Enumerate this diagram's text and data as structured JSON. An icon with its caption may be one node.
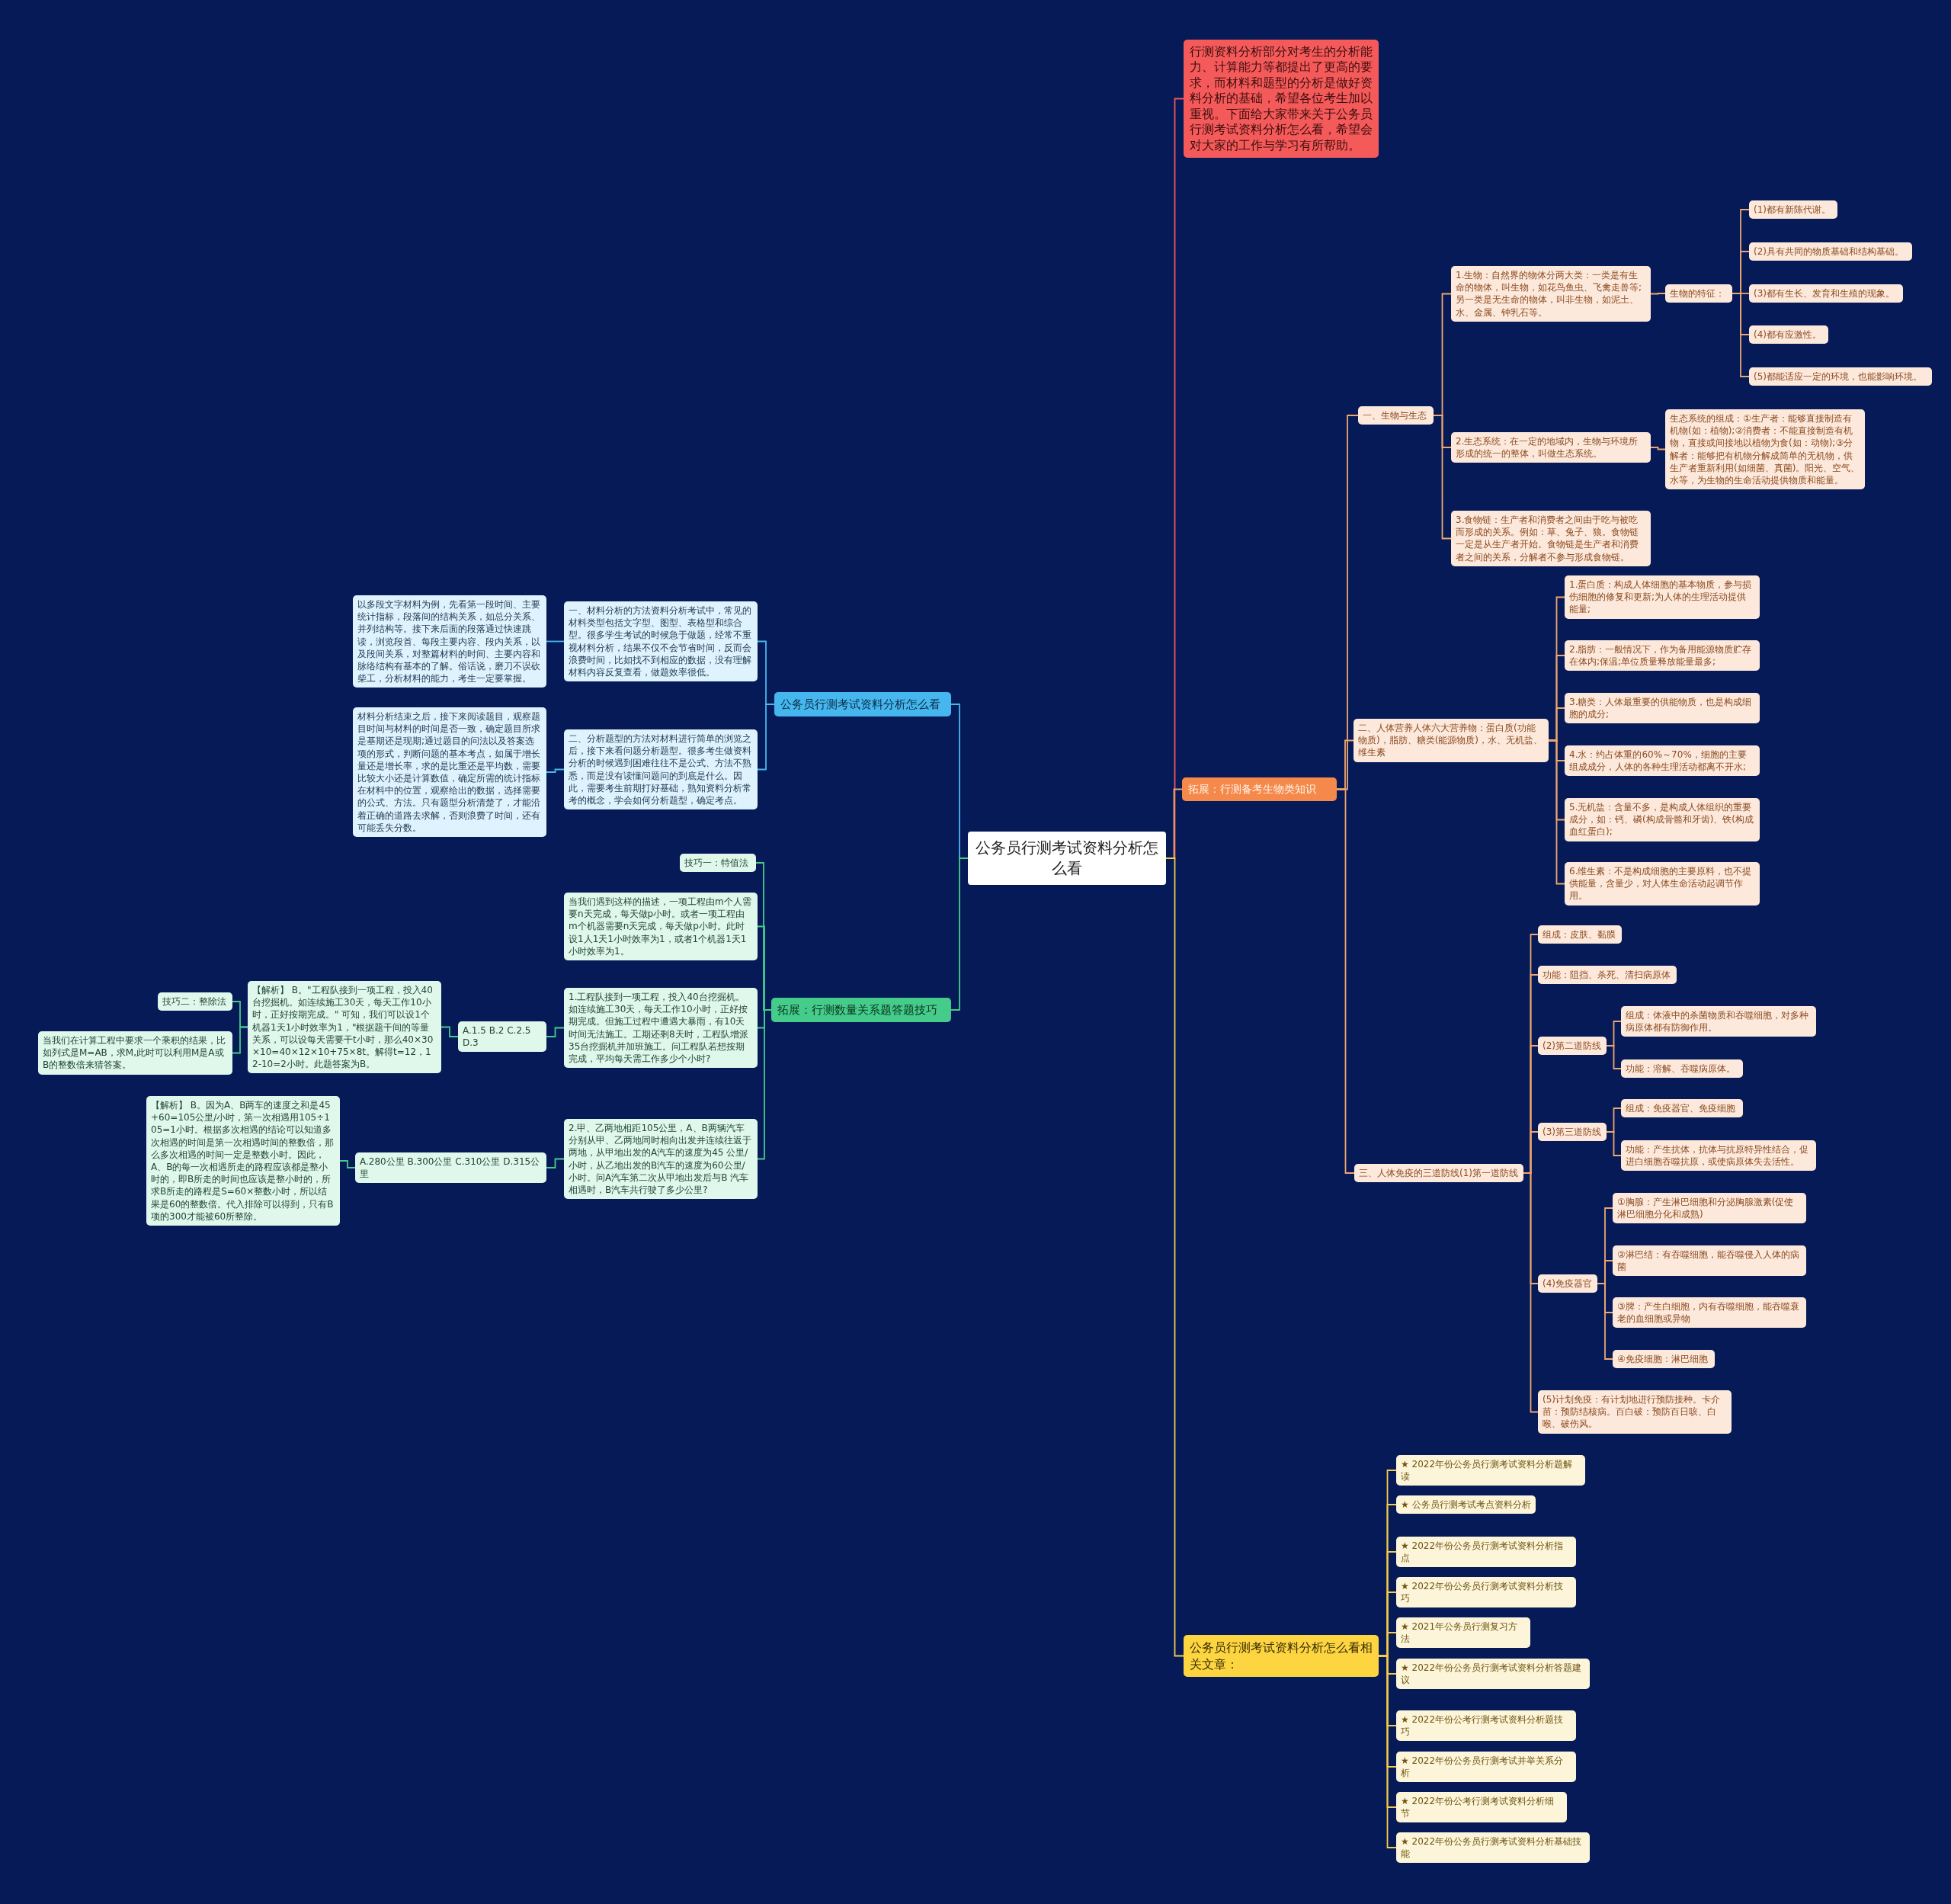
{
  "diagram": {
    "nodes": [
      {
        "text": [
          "公务员行测考试资料分析怎么看"
        ]
      },
      {
        "text": [
          "行测资料分析部分对考生的分析能力、计算能力等都提出了更高的要求，而材料和题型的分析是做好资料分析的基础，希望各位考生加以重视。下面给大家带来关于公务员行测考试资料分析怎么看，希望会对大家的工作与学习有所帮助。"
        ]
      },
      {
        "text": [
          "拓展：行测备考生物类知识"
        ]
      },
      {
        "text": [
          "一、生物与生态"
        ]
      },
      {
        "text": [
          "1.生物：自然界的物体分两大类：一类是有生命的物体，叫生物，如花鸟鱼虫、飞禽走兽等;另一类是无生命的物体，叫非生物，如泥土、水、金属、钟乳石等。"
        ]
      },
      {
        "text": [
          "生物的特征："
        ]
      },
      {
        "text": [
          "(1)都有新陈代谢。"
        ]
      },
      {
        "text": [
          "(2)具有共同的物质基础和结构基础。"
        ]
      },
      {
        "text": [
          "(3)都有生长、发育和生殖的现象。"
        ]
      },
      {
        "text": [
          "(4)都有应激性。"
        ]
      },
      {
        "text": [
          "(5)都能适应一定的环境，也能影响环境。"
        ]
      },
      {
        "text": [
          "2.生态系统：在一定的地域内，生物与环境所形成的统一的整体，叫做生态系统。"
        ]
      },
      {
        "text": [
          "生态系统的组成：①生产者：能够直接制造有机物(如：植物);②消费者：不能直接制造有机物，直接或间接地以植物为食(如：动物);③分解者：能够把有机物分解成简单的无机物，供生产者重新利用(如细菌、真菌)。阳光、空气、水等，为生物的生命活动提供物质和能量。"
        ]
      },
      {
        "text": [
          "3.食物链：生产者和消费者之间由于吃与被吃而形成的关系。例如：草、兔子、狼。食物链一定是从生产者开始。食物链是生产者和消费者之间的关系，分解者不参与形成食物链。"
        ]
      },
      {
        "text": [
          "二、人体营养人体六大营养物：蛋白质(功能物质)，脂肪、糖类(能源物质)，水、无机盐、维生素"
        ]
      },
      {
        "text": [
          "1.蛋白质：构成人体细胞的基本物质，参与损伤细胞的修复和更新;为人体的生理活动提供能量;"
        ]
      },
      {
        "text": [
          "2.脂肪：一般情况下，作为备用能源物质贮存在体内;保温;单位质量释放能量最多;"
        ]
      },
      {
        "text": [
          "3.糖类：人体最重要的供能物质，也是构成细胞的成分;"
        ]
      },
      {
        "text": [
          "4.水：约占体重的60%～70%，细胞的主要组成成分，人体的各种生理活动都离不开水;"
        ]
      },
      {
        "text": [
          "5.无机盐：含量不多，是构成人体组织的重要成分，如：钙、磷(构成骨骼和牙齿)、铁(构成血红蛋白);"
        ]
      },
      {
        "text": [
          "6.维生素：不是构成细胞的主要原料，也不提供能量，含量少，对人体生命活动起调节作用。"
        ]
      },
      {
        "text": [
          "三、人体免疫的三道防线(1)第一道防线"
        ]
      },
      {
        "text": [
          "组成：皮肤、黏膜"
        ]
      },
      {
        "text": [
          "功能：阻挡、杀死、清扫病原体"
        ]
      },
      {
        "text": [
          "(2)第二道防线"
        ]
      },
      {
        "text": [
          "组成：体液中的杀菌物质和吞噬细胞，对多种病原体都有防御作用。"
        ]
      },
      {
        "text": [
          "功能：溶解、吞噬病原体。"
        ]
      },
      {
        "text": [
          "(3)第三道防线"
        ]
      },
      {
        "text": [
          "组成：免疫器官、免疫细胞"
        ]
      },
      {
        "text": [
          "功能：产生抗体，抗体与抗原特异性结合，促进白细胞吞噬抗原，或使病原体失去活性。"
        ]
      },
      {
        "text": [
          "(4)免疫器官"
        ]
      },
      {
        "text": [
          "①胸腺：产生淋巴细胞和分泌胸腺激素(促使淋巴细胞分化和成熟)"
        ]
      },
      {
        "text": [
          "②淋巴结：有吞噬细胞，能吞噬侵入人体的病菌"
        ]
      },
      {
        "text": [
          "③脾：产生白细胞，内有吞噬细胞，能吞噬衰老的血细胞或异物"
        ]
      },
      {
        "text": [
          "④免疫细胞：淋巴细胞"
        ]
      },
      {
        "text": [
          "(5)计划免疫：有计划地进行预防接种。卡介苗：预防结核病。百白破：预防百日咳、白喉、破伤风。"
        ]
      },
      {
        "text": [
          "公务员行测考试资料分析怎么看相关文章："
        ]
      },
      {
        "text": [
          "★ 2022年份公务员行测考试资料分析题解读"
        ]
      },
      {
        "text": [
          "★ 公务员行测考试考点资料分析"
        ]
      },
      {
        "text": [
          "★ 2022年份公务员行测考试资料分析指点"
        ]
      },
      {
        "text": [
          "★ 2022年份公务员行测考试资料分析技巧"
        ]
      },
      {
        "text": [
          "★ 2021年公务员行测复习方法"
        ]
      },
      {
        "text": [
          "★ 2022年份公务员行测考试资料分析答题建议"
        ]
      },
      {
        "text": [
          "★ 2022年份公考行测考试资料分析题技巧"
        ]
      },
      {
        "text": [
          "★ 2022年份公务员行测考试并举关系分析"
        ]
      },
      {
        "text": [
          "★ 2022年份公考行测考试资料分析细节"
        ]
      },
      {
        "text": [
          "★ 2022年份公务员行测考试资料分析基础技能"
        ]
      },
      {
        "text": [
          "公务员行测考试资料分析怎么看"
        ]
      },
      {
        "text": [
          "一、材料分析的方法资料分析考试中，常见的材料类型包括文字型、图型、表格型和综合型。很多学生考试的时候急于做题，经常不重视材料分析，结果不仅不会节省时间，反而会浪费时间，比如找不到相应的数据，没有理解材料内容反复查看，做题效率很低。"
        ]
      },
      {
        "text": [
          "以多段文字材料为例，先看第一段时间、主要统计指标，段落间的结构关系，如总分关系、并列结构等。接下来后面的段落通过快速跳读，浏览段首、每段主要内容、段内关系，以及段间关系，对整篇材料的时间、主要内容和脉络结构有基本的了解。俗话说，磨刀不误砍柴工，分析材料的能力，考生一定要掌握。"
        ]
      },
      {
        "text": [
          "二、分析题型的方法对材料进行简单的浏览之后，接下来看问题分析题型。很多考生做资料分析的时候遇到困难往往不是公式、方法不熟悉，而是没有读懂问题问的到底是什么。因此，需要考生前期打好基础，熟知资料分析常考的概念，学会如何分析题型，确定考点。"
        ]
      },
      {
        "text": [
          "材料分析结束之后，接下来阅读题目，观察题目时间与材料的时间是否一致，确定题目所求是基期还是现期;通过题目的问法以及答案选项的形式，判断问题的基本考点，如属于增长量还是增长率，求的是比重还是平均数，需要比较大小还是计算数值，确定所需的统计指标在材料中的位置，观察给出的数据，选择需要的公式、方法。只有题型分析清楚了，才能沿着正确的道路去求解，否则浪费了时间，还有可能丢失分数。"
        ]
      },
      {
        "text": [
          "拓展：行测数量关系题答题技巧"
        ]
      },
      {
        "text": [
          "技巧一：特值法"
        ]
      },
      {
        "text": [
          "当我们遇到这样的描述，一项工程由m个人需要n天完成，每天做p小时。或者一项工程由m个机器需要n天完成，每天做p小时。此时设1人1天1小时效率为1，或者1个机器1天1小时效率为1。"
        ]
      },
      {
        "text": [
          "1.工程队接到一项工程，投入40台挖掘机。如连续施工30天，每天工作10小时，正好按期完成。但施工过程中遭遇大暴雨，有10天时间无法施工。工期还剩8天时，工程队增派35台挖掘机并加班施工。问工程队若想按期完成，平均每天需工作多少个小时?"
        ]
      },
      {
        "text": [
          "A.1.5 B.2 C.2.5 D.3"
        ]
      },
      {
        "text": [
          "【解析】 B。\"工程队接到一项工程，投入40台挖掘机。如连续施工30天，每天工作10小时，正好按期完成。\" 可知，我们可以设1个机器1天1小时效率为1，\"根据题干间的等量关系，可以设每天需要干t小时，那么40×30×10=40×12×10+75×8t。解得t=12，12-10=2小时。此题答案为B。"
        ]
      },
      {
        "text": [
          "技巧二：整除法"
        ]
      },
      {
        "text": [
          "当我们在计算工程中要求一个乘积的结果，比如列式是M=AB，求M,此时可以利用M是A或B的整数倍来猜答案。"
        ]
      },
      {
        "text": [
          "2.甲、乙两地相距105公里，A、B两辆汽车分别从甲、乙两地同时相向出发并连续往返于两地，从甲地出发的A汽车的速度为45 公里/小时，从乙地出发的B汽车的速度为60公里/小时。问A汽车第二次从甲地出发后与B 汽车相遇时，B汽车共行驶了多少公里?"
        ]
      },
      {
        "text": [
          "A.280公里 B.300公里 C.310公里 D.315公里"
        ]
      },
      {
        "text": [
          "【解析】 B。因为A、B两车的速度之和是45+60=105公里/小时，第一次相遇用105÷105=1小时。根据多次相遇的结论可以知道多次相遇的时间是第一次相遇时间的整数倍，那么多次相遇的时间一定是整数小时。因此，A、B的每一次相遇所走的路程应该都是整小时的，即B所走的时间也应该是整小时的，所求B所走的路程是S=60×整数小时，所以结果是60的整数倍。代入排除可以得到，只有B项的300才能被60所整除。"
        ]
      }
    ],
    "edges": [
      {
        "from": 0,
        "to": 1,
        "arrow": "none",
        "color": "#f25757"
      },
      {
        "from": 0,
        "to": 2,
        "arrow": "none"
      },
      {
        "from": 0,
        "to": 36,
        "arrow": "none",
        "color": "#f2cc4b"
      },
      {
        "from": 2,
        "to": 3,
        "arrow": "none"
      },
      {
        "from": 2,
        "to": 14,
        "arrow": "none"
      },
      {
        "from": 2,
        "to": 21,
        "arrow": "none"
      },
      {
        "from": 3,
        "to": 4,
        "arrow": "none"
      },
      {
        "from": 3,
        "to": 11,
        "arrow": "none"
      },
      {
        "from": 3,
        "to": 13,
        "arrow": "none"
      },
      {
        "from": 4,
        "to": 5,
        "arrow": "none"
      },
      {
        "from": 5,
        "to": 6,
        "arrow": "none"
      },
      {
        "from": 5,
        "to": 7,
        "arrow": "none"
      },
      {
        "from": 5,
        "to": 8,
        "arrow": "none"
      },
      {
        "from": 5,
        "to": 9,
        "arrow": "none"
      },
      {
        "from": 5,
        "to": 10,
        "arrow": "none"
      },
      {
        "from": 11,
        "to": 12,
        "arrow": "none"
      },
      {
        "from": 14,
        "to": 15,
        "arrow": "none"
      },
      {
        "from": 14,
        "to": 16,
        "arrow": "none"
      },
      {
        "from": 14,
        "to": 17,
        "arrow": "none"
      },
      {
        "from": 14,
        "to": 18,
        "arrow": "none"
      },
      {
        "from": 14,
        "to": 19,
        "arrow": "none"
      },
      {
        "from": 14,
        "to": 20,
        "arrow": "none"
      },
      {
        "from": 21,
        "to": 22,
        "arrow": "none"
      },
      {
        "from": 21,
        "to": 23,
        "arrow": "none"
      },
      {
        "from": 21,
        "to": 24,
        "arrow": "none"
      },
      {
        "from": 21,
        "to": 27,
        "arrow": "none"
      },
      {
        "from": 21,
        "to": 30,
        "arrow": "none"
      },
      {
        "from": 21,
        "to": 35,
        "arrow": "none"
      },
      {
        "from": 24,
        "to": 25,
        "arrow": "none"
      },
      {
        "from": 24,
        "to": 26,
        "arrow": "none"
      },
      {
        "from": 27,
        "to": 28,
        "arrow": "none"
      },
      {
        "from": 27,
        "to": 29,
        "arrow": "none"
      },
      {
        "from": 30,
        "to": 31,
        "arrow": "none"
      },
      {
        "from": 30,
        "to": 32,
        "arrow": "none"
      },
      {
        "from": 30,
        "to": 33,
        "arrow": "none"
      },
      {
        "from": 30,
        "to": 34,
        "arrow": "none"
      },
      {
        "from": 36,
        "to": 37,
        "arrow": "none",
        "color": "#f2cc4b"
      },
      {
        "from": 36,
        "to": 38,
        "arrow": "none",
        "color": "#f2cc4b"
      },
      {
        "from": 36,
        "to": 39,
        "arrow": "none",
        "color": "#f2cc4b"
      },
      {
        "from": 36,
        "to": 40,
        "arrow": "none",
        "color": "#f2cc4b"
      },
      {
        "from": 36,
        "to": 41,
        "arrow": "none",
        "color": "#f2cc4b"
      },
      {
        "from": 36,
        "to": 42,
        "arrow": "none",
        "color": "#f2cc4b"
      },
      {
        "from": 36,
        "to": 43,
        "arrow": "none",
        "color": "#f2cc4b"
      },
      {
        "from": 36,
        "to": 44,
        "arrow": "none",
        "color": "#f2cc4b"
      },
      {
        "from": 36,
        "to": 45,
        "arrow": "none",
        "color": "#f2cc4b"
      },
      {
        "from": 36,
        "to": 46,
        "arrow": "none",
        "color": "#f2cc4b"
      },
      {
        "from": 0,
        "to": 47,
        "arrow": "none",
        "color": "#4bb6ec"
      },
      {
        "from": 47,
        "to": 48,
        "arrow": "none",
        "color": "#4bb6ec"
      },
      {
        "from": 48,
        "to": 49,
        "arrow": "none",
        "color": "#4bb6ec"
      },
      {
        "from": 47,
        "to": 50,
        "arrow": "none",
        "color": "#4bb6ec"
      },
      {
        "from": 50,
        "to": 51,
        "arrow": "none",
        "color": "#4bb6ec"
      },
      {
        "from": 0,
        "to": 52,
        "arrow": "none",
        "color": "#45cc8a"
      },
      {
        "from": 52,
        "to": 53,
        "arrow": "none",
        "color": "#45cc8a"
      },
      {
        "from": 52,
        "to": 54,
        "arrow": "none",
        "color": "#45cc8a"
      },
      {
        "from": 52,
        "to": 55,
        "arrow": "none",
        "color": "#45cc8a"
      },
      {
        "from": 55,
        "to": 56,
        "arrow": "none",
        "color": "#45cc8a"
      },
      {
        "from": 56,
        "to": 57,
        "arrow": "none",
        "color": "#45cc8a"
      },
      {
        "from": 57,
        "to": 58,
        "arrow": "none",
        "color": "#45cc8a"
      },
      {
        "from": 57,
        "to": 59,
        "arrow": "none",
        "color": "#45cc8a"
      },
      {
        "from": 52,
        "to": 60,
        "arrow": "none",
        "color": "#45cc8a"
      },
      {
        "from": 60,
        "to": 61,
        "arrow": "none",
        "color": "#45cc8a"
      },
      {
        "from": 61,
        "to": 62,
        "arrow": "none",
        "color": "#45cc8a"
      }
    ]
  }
}
